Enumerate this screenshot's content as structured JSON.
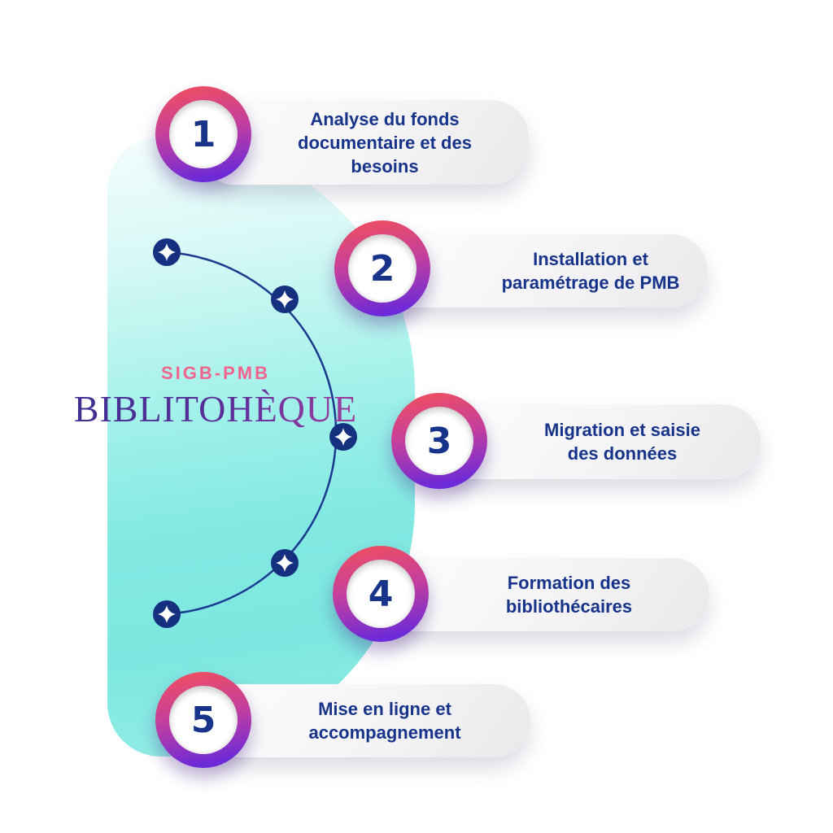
{
  "brand": {
    "subtitle": "SIGB-PMB",
    "title": "BIBLITOHÈQUE"
  },
  "steps": [
    {
      "number": "1",
      "label": "Analyse du fonds documentaire et des besoins",
      "lines": [
        "Analyse du fonds",
        "documentaire et des",
        "besoins"
      ]
    },
    {
      "number": "2",
      "label": "Installation et paramétrage de PMB",
      "lines": [
        "Installation et",
        "paramétrage de PMB"
      ]
    },
    {
      "number": "3",
      "label": "Migration et saisie des données",
      "lines": [
        "Migration et saisie",
        "des données"
      ]
    },
    {
      "number": "4",
      "label": "Formation des bibliothécaires",
      "lines": [
        "Formation des",
        "bibliothécaires"
      ]
    },
    {
      "number": "5",
      "label": "Mise en ligne et accompagnement",
      "lines": [
        "Mise en ligne et",
        "accompagnement"
      ]
    }
  ],
  "colors": {
    "text_navy": "#17338a",
    "brand_pink": "#f0648e",
    "brand_purple_start": "#3c2f8e",
    "brand_purple_end": "#a83a96",
    "ring_gradient_top": "#f3505b",
    "ring_gradient_bottom": "#6c2ad8",
    "teal_blob": "#7ce7e0",
    "pill_background": "#f2f2f4",
    "arc_line": "#1b3a8f"
  }
}
